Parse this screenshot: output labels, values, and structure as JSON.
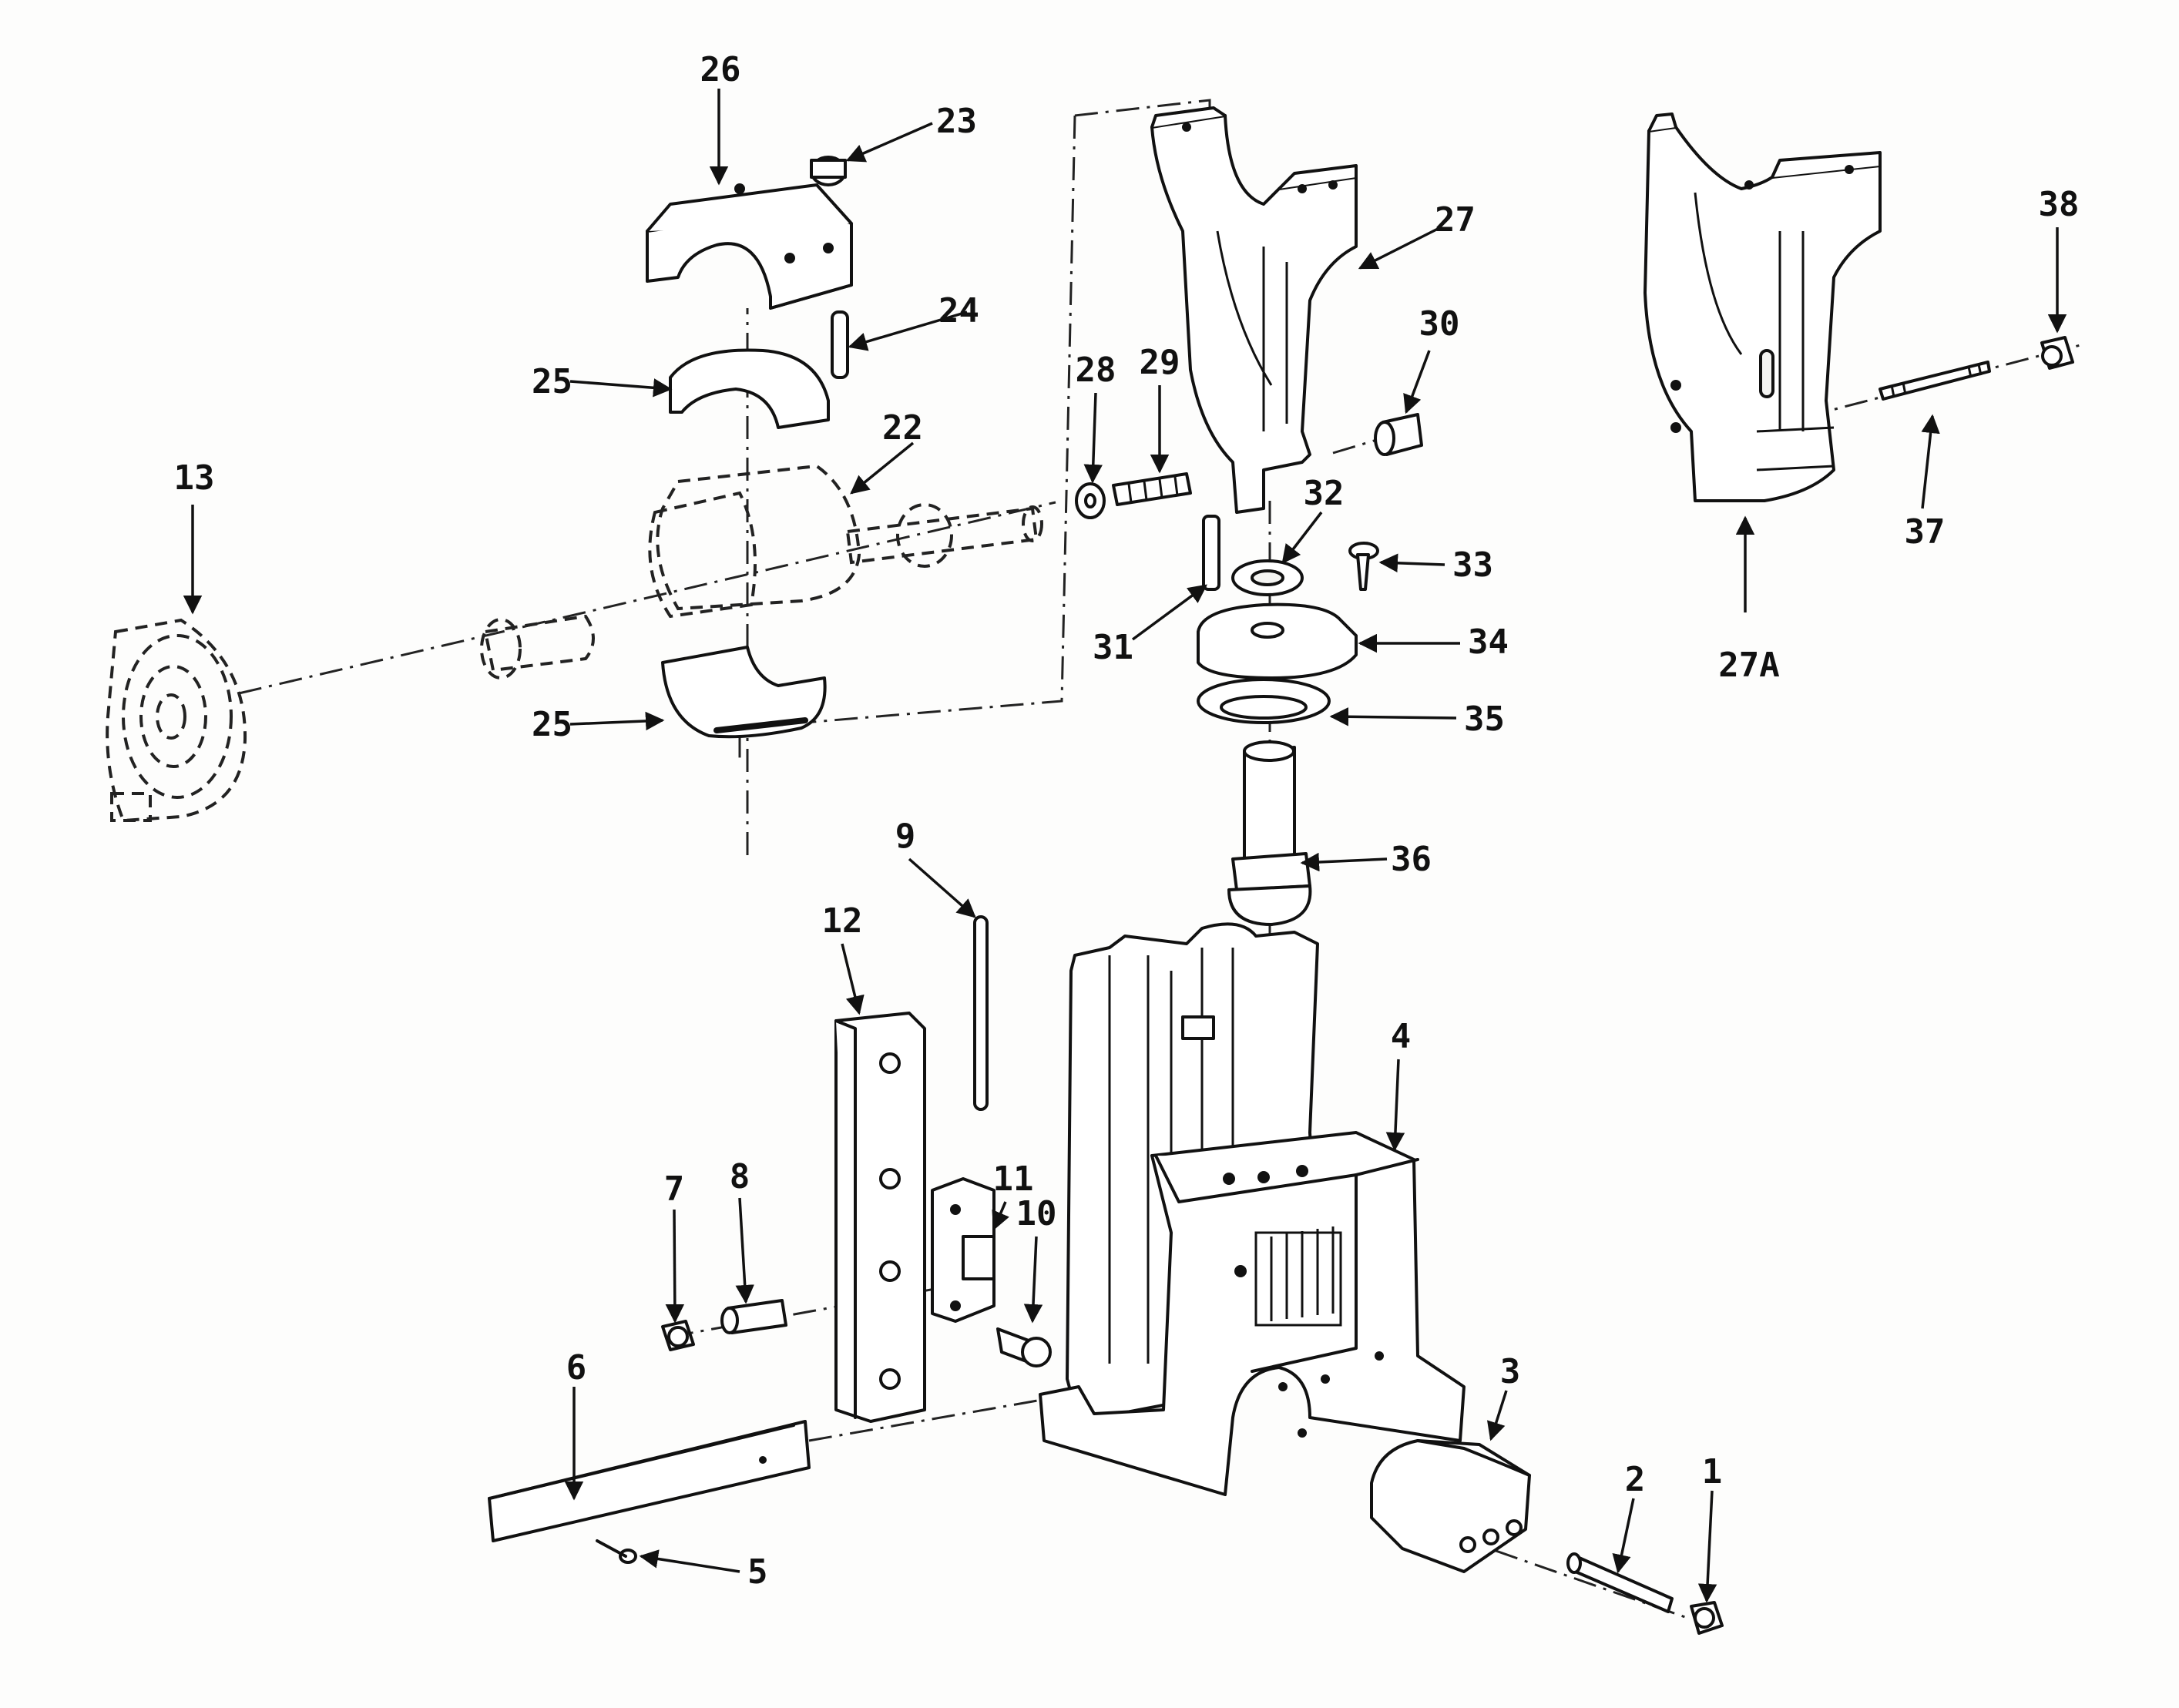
{
  "diagram": {
    "kind": "exploded parts view",
    "callouts": {
      "c1": "1",
      "c2": "2",
      "c3": "3",
      "c4": "4",
      "c5": "5",
      "c6": "6",
      "c7": "7",
      "c8": "8",
      "c9": "9",
      "c10": "10",
      "c11": "11",
      "c12": "12",
      "c13": "13",
      "c22": "22",
      "c23": "23",
      "c24": "24",
      "c25a": "25",
      "c25b": "25",
      "c26": "26",
      "c27": "27",
      "c27a": "27A",
      "c28": "28",
      "c29": "29",
      "c30": "30",
      "c31": "31",
      "c32": "32",
      "c33": "33",
      "c34": "34",
      "c35": "35",
      "c36": "36",
      "c37": "37",
      "c38": "38"
    },
    "colors": {
      "ink": "#111111",
      "paper": "#fdfdfc"
    }
  }
}
